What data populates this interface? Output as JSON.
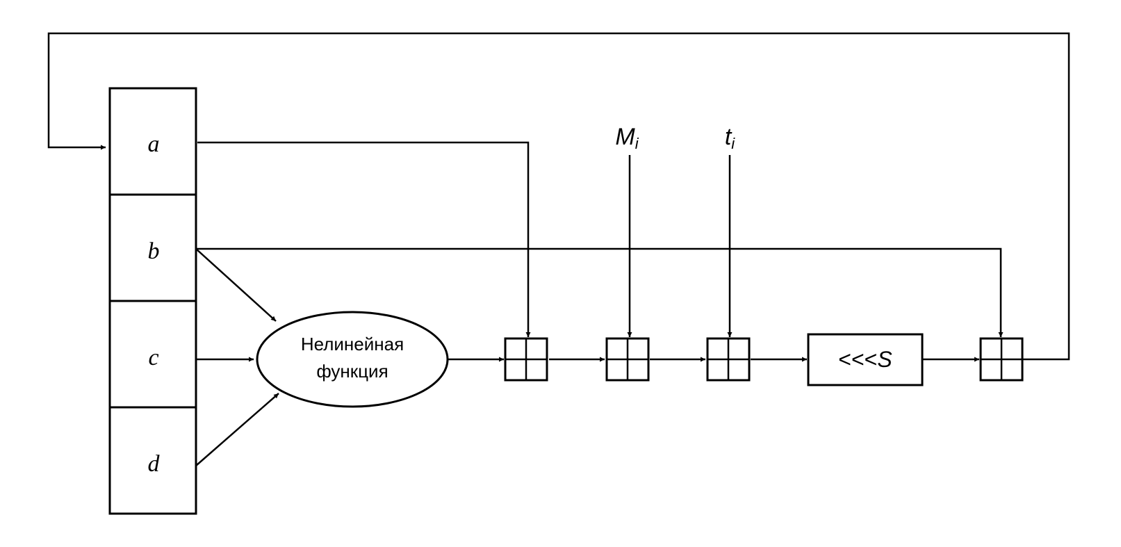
{
  "registers": [
    "a",
    "b",
    "c",
    "d"
  ],
  "function": {
    "line1": "Нелинейная",
    "line2": "функция"
  },
  "inputs": {
    "message": {
      "base": "M",
      "sub": "i"
    },
    "constant": {
      "base": "t",
      "sub": "i"
    }
  },
  "shift": {
    "op": "<<<",
    "amount": "S"
  }
}
